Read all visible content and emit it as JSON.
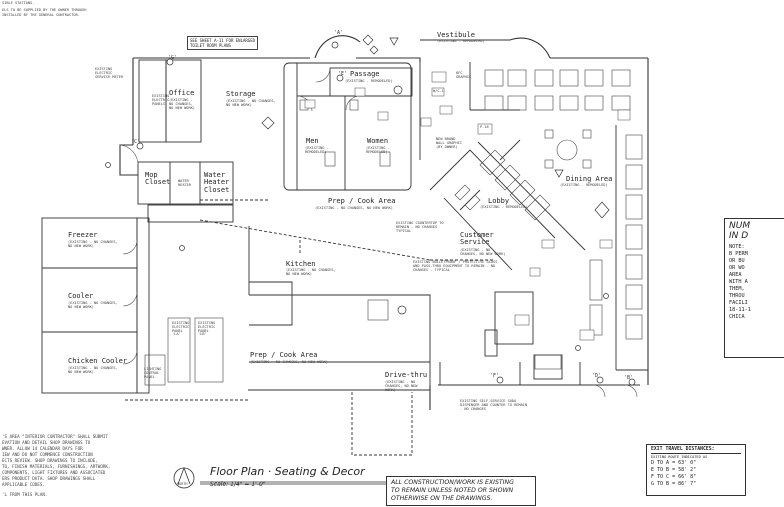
{
  "top_notes": {
    "line1": "SIBLE STATIONS.",
    "line2": "ELS TO BE SUPPLIED BY THE OWNER THROUGH",
    "line3": "INSTALLED BY THE GENERAL CONTRACTOR."
  },
  "sheet_ref": {
    "line1": "SEE SHEET A-11 FOR ENLARGED",
    "line2": "TOILET ROOM PLANS"
  },
  "markers": {
    "a": "'A'",
    "b": "'B'",
    "c": "'C'",
    "d": "'D'",
    "e": "'E'",
    "f": "'F'",
    "g": "'G'"
  },
  "rooms": {
    "vestibule": {
      "name": "Vestibule",
      "note": "(EXISTING - REMODELED)"
    },
    "passage": {
      "name": "Passage",
      "note": "(EXISTING - REMODELED)"
    },
    "office": {
      "name": "Office",
      "note": "(EXISTING - NO CHANGES, NO NEW WORK)"
    },
    "storage": {
      "name": "Storage",
      "note": "(EXISTING - NO CHANGES, NO NEW WORK)"
    },
    "men": {
      "name": "Men",
      "note": "(EXISTING - REMODELED)"
    },
    "women": {
      "name": "Women",
      "note": "(EXISTING - REMODELED)"
    },
    "mop_closet": {
      "name": "Mop Closet"
    },
    "water_heater": {
      "name": "Water Heater Closet",
      "tag": "WATER HEATER"
    },
    "prep_cook_1": {
      "name": "Prep / Cook Area",
      "note": "(EXISTING - NO CHANGES, NO NEW WORK)"
    },
    "prep_cook_2": {
      "name": "Prep / Cook Area",
      "note": "(EXISTING - NO CHANGES, NO NEW WORK)"
    },
    "freezer": {
      "name": "Freezer",
      "note": "(EXISTING - NO CHANGES, NO NEW WORK)"
    },
    "cooler": {
      "name": "Cooler",
      "note": "(EXISTING - NO CHANGES, NO NEW WORK)"
    },
    "chicken_cooler": {
      "name": "Chicken Cooler",
      "note": "(EXISTING - NO CHANGES, NO NEW WORK)"
    },
    "kitchen": {
      "name": "Kitchen",
      "note": "(EXISTING - NO CHANGES, NO NEW WORK)"
    },
    "lobby": {
      "name": "Lobby",
      "note": "(EXISTING - REMODELED)"
    },
    "customer_service": {
      "name": "Customer Service",
      "note": "(EXISTING - NO CHANGES, NO NEW WORK)"
    },
    "dining": {
      "name": "Dining Area",
      "note": "(EXISTING - REMODELED)"
    },
    "drive_thru": {
      "name": "Drive-thru",
      "note": "(EXISTING - NO CHANGES, NO NEW WORK)"
    }
  },
  "annotations": {
    "electric_meter": "EXISTING ELECTRIC SERVICE METER",
    "electric_panels": "EXISTING ELECTRIC PANELS",
    "countertop": "EXISTING COUNTERTOP TO REMAIN - NO CHANGES TYPICAL",
    "bulletproof": "EXISTING BULLETPROOF / PROTECTIVE GLASS AND PASS-THRU EQUIPMENT TO REMAIN - NO CHANGES - TYPICAL",
    "soda": "EXISTING SELF-SERVICE SODA DISPENSER AND COUNTER TO REMAIN - NO CHANGES",
    "brand_graphic": "NEW BRAND WALL GRAPHIC (BY OWNER)",
    "elec_panel_a": "EXISTING ELECTRIC PANEL 'LA'",
    "elec_panel_b": "EXISTING ELECTRIC PANEL 'LB'",
    "lighting_control": "LIGHTING CONTROL PANEL"
  },
  "bottom_left_note": [
    "'S AREA \"INTERIOR CONTRACTOR\" SHALL SUBMIT",
    "EVATION AND DETAIL SHOP DRAWINGS TO",
    "WNER. ALLOW 14 CALENDAR DAYS FOR",
    "IEW AND DO NOT COMMENCE CONSTRUCTION",
    "ECTS REVIEW. SHOP DRAWINGS TO INCLUDE,",
    "TO, FINISH MATERIALS, FURNISHINGS, ARTWORK,",
    "COMPONENTS, LIGHT FIXTURES AND ASSOCIATED",
    "ERS PRODUCT DATA. SHOP DRAWINGS SHALL",
    "APPLICABLE CODES."
  ],
  "from_plan": "'L FROM THIS PLAN.",
  "title_block": {
    "north": "NORTH",
    "title": "Floor Plan · Seating & Decor",
    "scale": "Scale: 1/4\" = 1'-0\""
  },
  "general_note": {
    "line1": "ALL CONSTRUCTION/WORK IS EXISTING",
    "line2": "TO REMAIN UNLESS NOTED OR SHOWN",
    "line3": "OTHERWISE ON THE DRAWINGS."
  },
  "exit_travel": {
    "title": "EXIT TRAVEL DISTANCES:",
    "subtitle": "EXITING ROUTE INDICATED AS",
    "rows": [
      {
        "route": "D TO A =",
        "distance": "63' 0\""
      },
      {
        "route": "E TO B =",
        "distance": "58' 2\""
      },
      {
        "route": "F TO C =",
        "distance": "66' 8\""
      },
      {
        "route": "G TO B =",
        "distance": "86' 7\""
      }
    ]
  },
  "num_box": {
    "title_1": "NUM",
    "title_2": "IN D",
    "lines": [
      "NOTE:",
      "B PERM",
      "OR BU",
      "OR WO",
      "AREA",
      "WITH A",
      "THEM,",
      "THROU",
      "FACILI",
      "18-11-1",
      "CHICA"
    ]
  },
  "tags": {
    "kfc_graphic": "KFC GRAPHIC",
    "wc": "W/C-1",
    "p16": "P-16"
  }
}
